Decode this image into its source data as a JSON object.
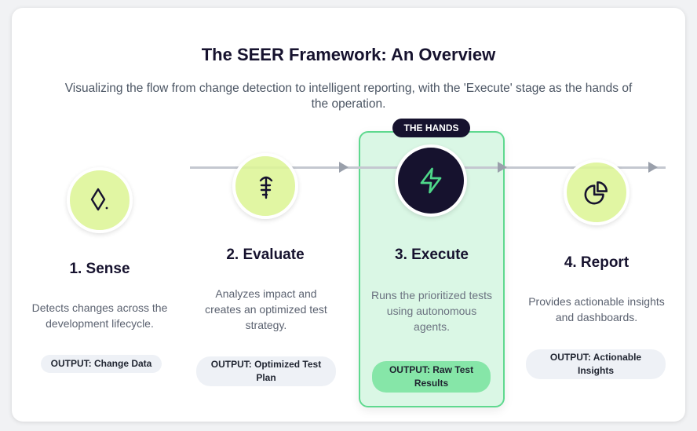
{
  "header": {
    "title": "The SEER Framework: An Overview",
    "subtitle": "Visualizing the flow from change detection to intelligent reporting, with the 'Execute' stage as the hands of the operation."
  },
  "highlight_badge": "THE HANDS",
  "colors": {
    "accent_lime": "#ddf596",
    "accent_green": "#5fd98f",
    "dark": "#16122e"
  },
  "stages": [
    {
      "title": "1. Sense",
      "description": "Detects changes across the development lifecycle.",
      "output": "OUTPUT: Change Data",
      "icon": "diamond-icon"
    },
    {
      "title": "2. Evaluate",
      "description": "Analyzes impact and creates an optimized test strategy.",
      "output": "OUTPUT: Optimized Test Plan",
      "icon": "branch-icon"
    },
    {
      "title": "3. Execute",
      "description": "Runs the prioritized tests using autonomous agents.",
      "output": "OUTPUT: Raw Test Results",
      "icon": "lightning-icon"
    },
    {
      "title": "4. Report",
      "description": "Provides actionable insights and dashboards.",
      "output": "OUTPUT: Actionable Insights",
      "icon": "pie-chart-icon"
    }
  ]
}
